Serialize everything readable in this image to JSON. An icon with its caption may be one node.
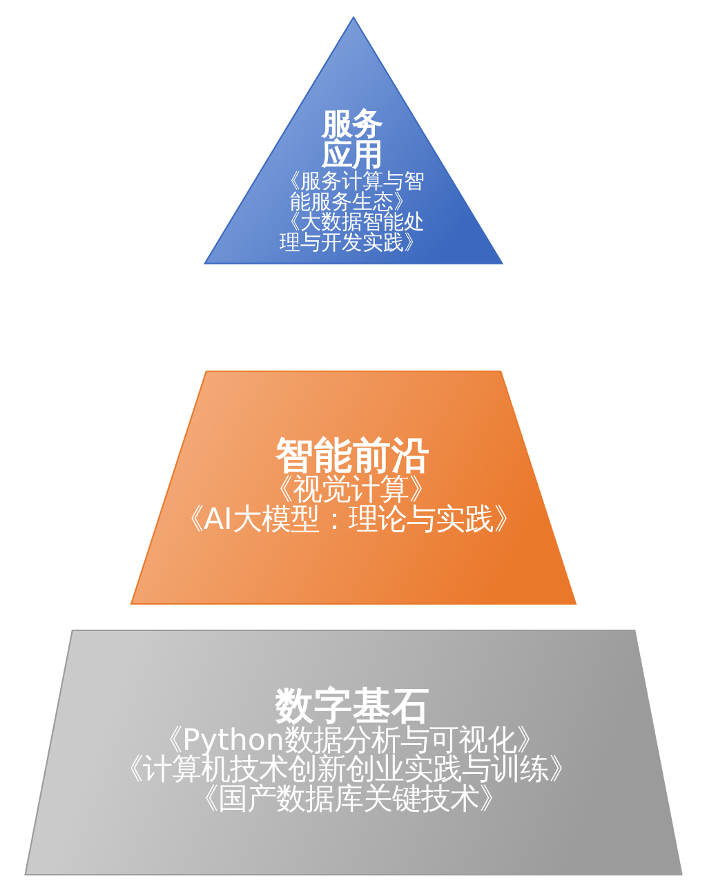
{
  "diagram": {
    "nodes": [
      {
        "text": [
          "服务应用",
          "《服务计算与智能服务生态》",
          "《大数据智能处理与开发实践》"
        ]
      },
      {
        "text": [
          "智能前沿",
          "《视觉计算》",
          "《AI大模型：理论与实践》"
        ]
      },
      {
        "text": [
          "数字基石",
          "《Python数据分析与可视化》",
          "《计算机技术创新创业实践与训练》",
          "《国产数据库关键技术》"
        ]
      }
    ]
  }
}
